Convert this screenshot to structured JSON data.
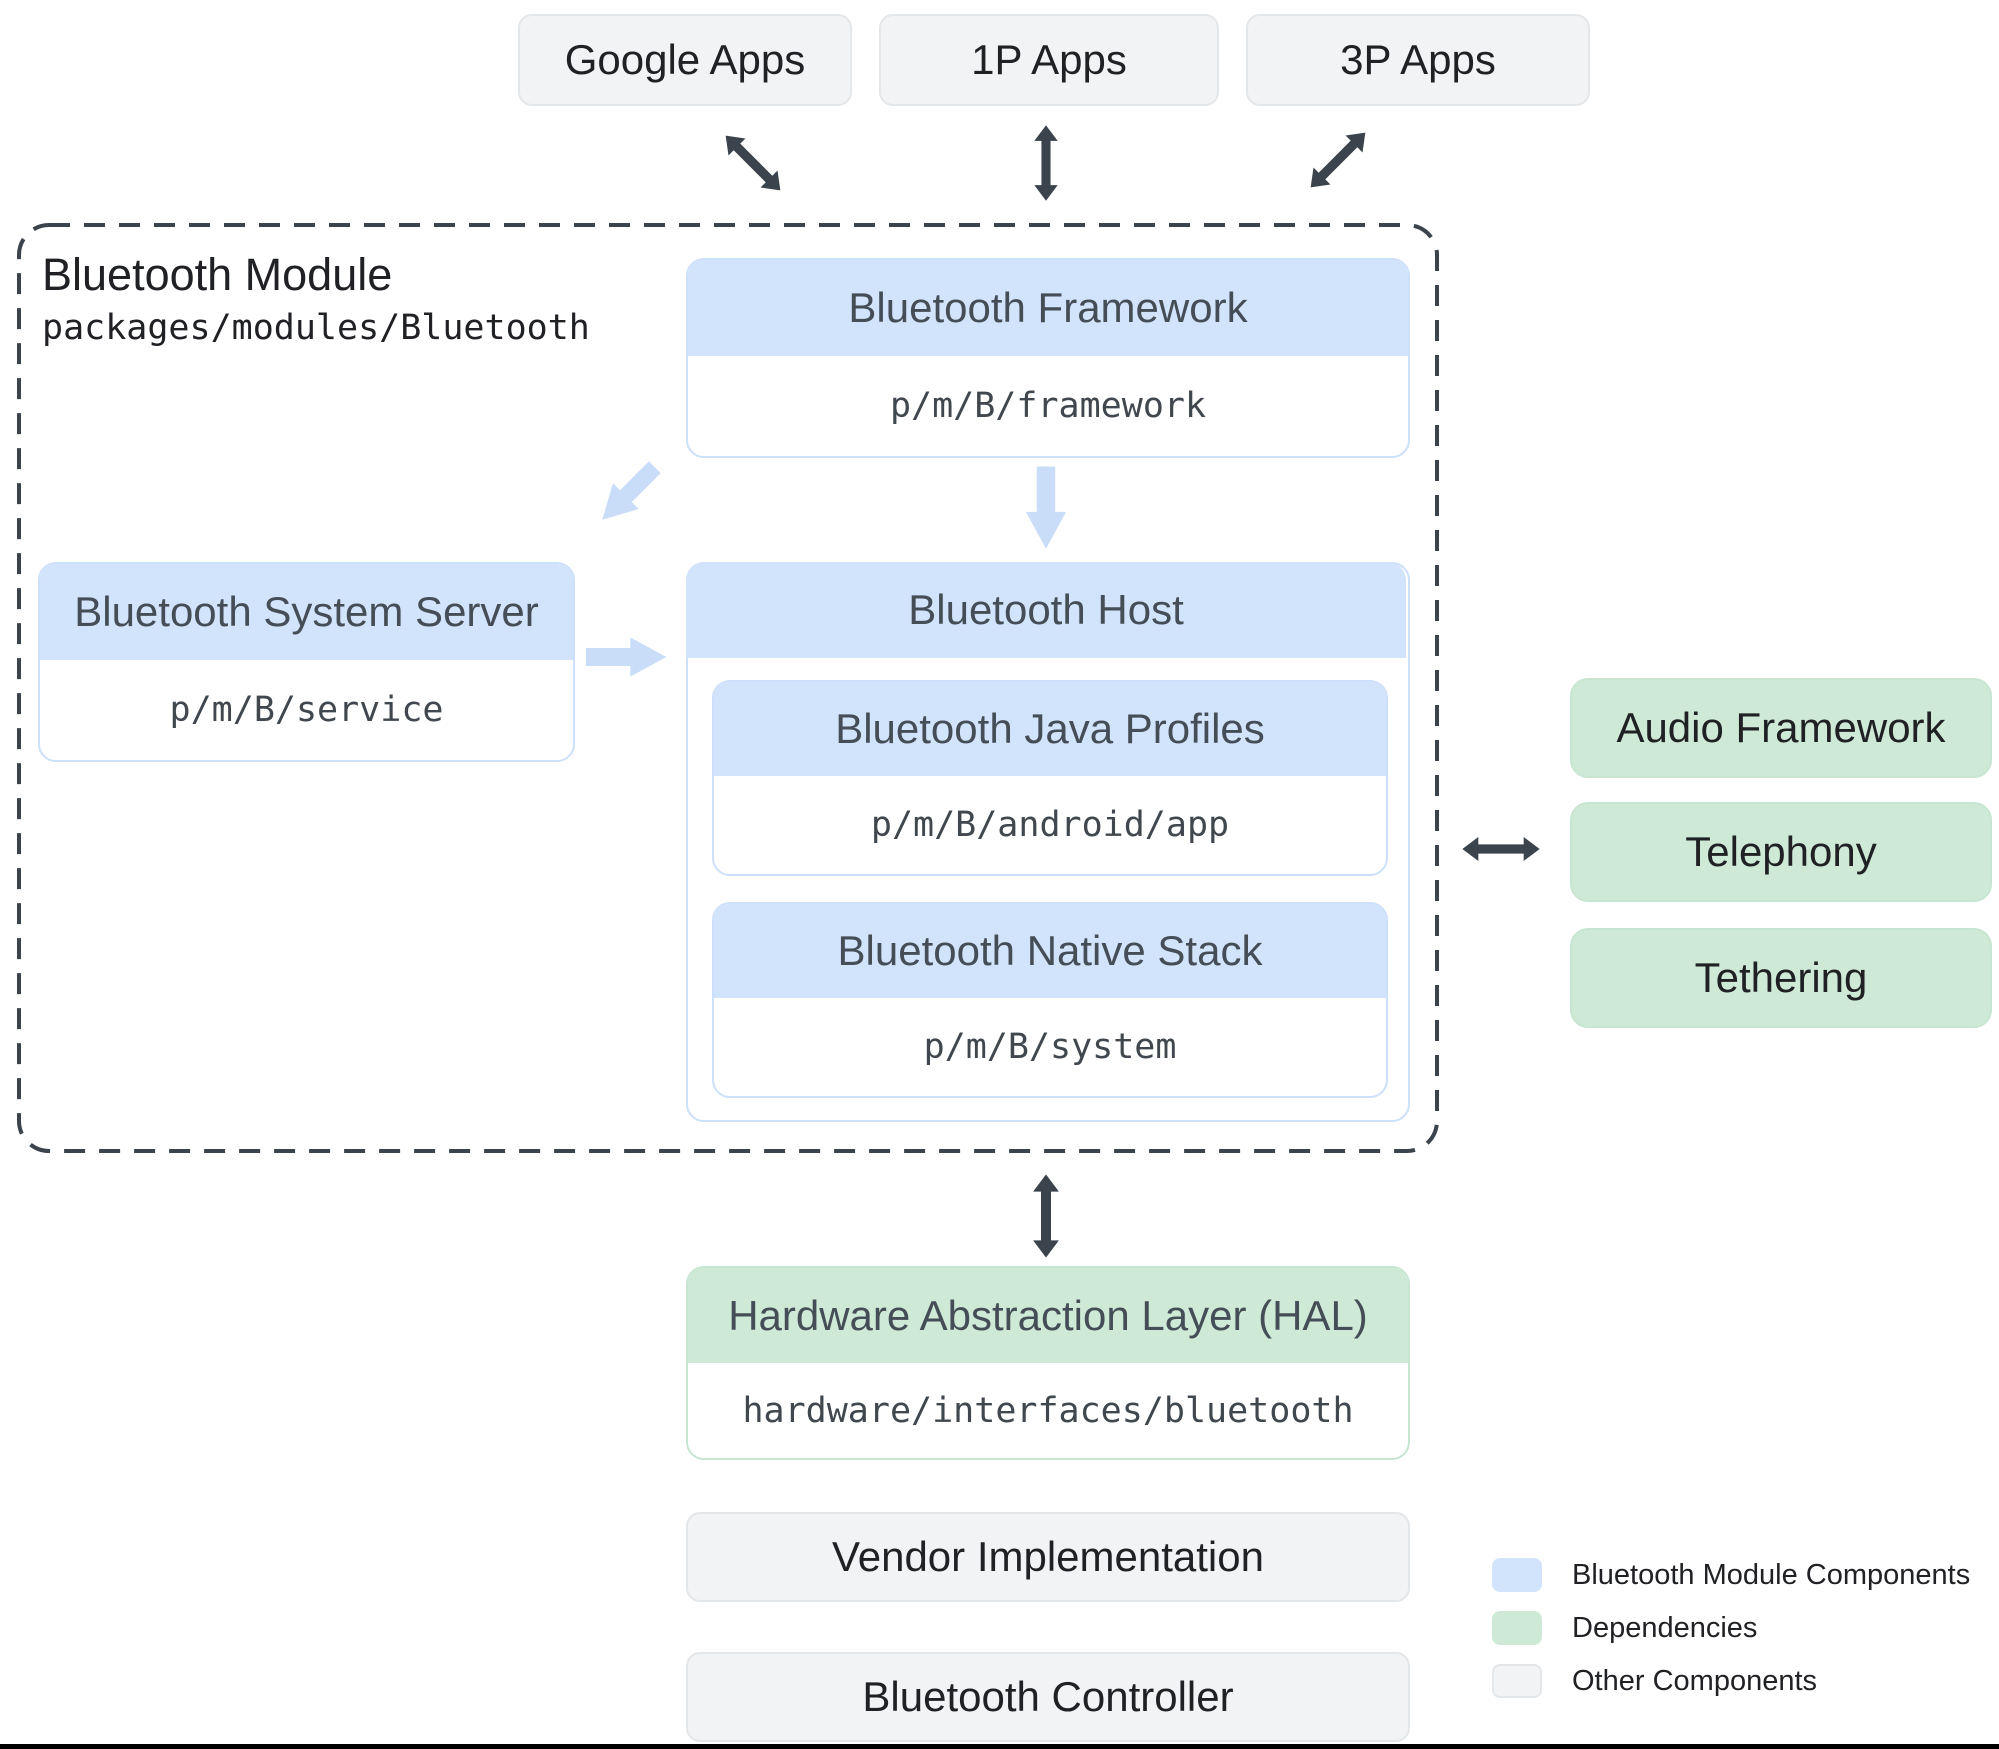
{
  "top_apps": [
    {
      "label": "Google Apps"
    },
    {
      "label": "1P Apps"
    },
    {
      "label": "3P Apps"
    }
  ],
  "module": {
    "title": "Bluetooth Module",
    "path": "packages/modules/Bluetooth",
    "framework": {
      "title": "Bluetooth Framework",
      "path": "p/m/B/framework"
    },
    "system_server": {
      "title": "Bluetooth System Server",
      "path": "p/m/B/service"
    },
    "host": {
      "title": "Bluetooth Host",
      "java_profiles": {
        "title": "Bluetooth Java Profiles",
        "path": "p/m/B/android/app"
      },
      "native_stack": {
        "title": "Bluetooth Native Stack",
        "path": "p/m/B/system"
      }
    }
  },
  "dependencies": [
    {
      "label": "Audio Framework"
    },
    {
      "label": "Telephony"
    },
    {
      "label": "Tethering"
    }
  ],
  "hal": {
    "title": "Hardware Abstraction Layer (HAL)",
    "path": "hardware/interfaces/bluetooth"
  },
  "other_components": [
    {
      "label": "Vendor Implementation"
    },
    {
      "label": "Bluetooth Controller"
    }
  ],
  "legend": [
    {
      "label": "Bluetooth Module Components",
      "color": "#d2e3fc"
    },
    {
      "label": "Dependencies",
      "color": "#ceead6"
    },
    {
      "label": "Other Components",
      "color": "#f1f3f4"
    }
  ],
  "colors": {
    "module_blue": "#d2e3fc",
    "dependency_green": "#ceead6",
    "other_gray": "#f1f3f4",
    "dark_arrow": "#3b444c",
    "light_arrow": "#c9ddf9",
    "dashed_border": "#3b444c"
  }
}
